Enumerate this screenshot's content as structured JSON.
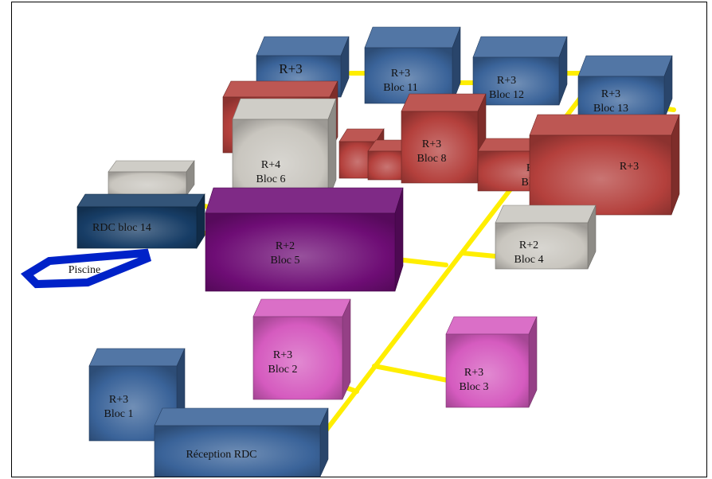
{
  "colors": {
    "corridor": "#ffee00",
    "blue": "#3a6399",
    "navy": "#173d66",
    "red": "#b4403c",
    "white": "#c9c6bf",
    "purple": "#6e0d75",
    "pink": "#d55bbf",
    "pool": "#0022c8"
  },
  "blocks": [
    {
      "id": "top-left-r3",
      "lines": [
        "R+3"
      ],
      "color": "blue"
    },
    {
      "id": "bloc-11",
      "lines": [
        "R+3",
        "Bloc 11"
      ],
      "color": "blue"
    },
    {
      "id": "bloc-12",
      "lines": [
        "R+3",
        "Bloc 12"
      ],
      "color": "blue"
    },
    {
      "id": "bloc-13",
      "lines": [
        "R+3",
        "Bloc 13"
      ],
      "color": "blue"
    },
    {
      "id": "red-left",
      "lines": [],
      "color": "red"
    },
    {
      "id": "red-link-a",
      "lines": [],
      "color": "red"
    },
    {
      "id": "red-link-b",
      "lines": [],
      "color": "red"
    },
    {
      "id": "bloc-8",
      "lines": [
        "R+3",
        "Bloc 8"
      ],
      "color": "red"
    },
    {
      "id": "bloc-7",
      "lines": [
        "R+2",
        "Bloc 7"
      ],
      "color": "red"
    },
    {
      "id": "red-right",
      "lines": [
        "R+3"
      ],
      "color": "red"
    },
    {
      "id": "bloc-6",
      "lines": [
        "R+4",
        "Bloc 6"
      ],
      "color": "white"
    },
    {
      "id": "grey-annex",
      "lines": [],
      "color": "white"
    },
    {
      "id": "rdc-bloc-14",
      "lines": [
        "RDC  bloc 14"
      ],
      "color": "navy"
    },
    {
      "id": "bloc-5",
      "lines": [
        "R+2",
        "Bloc 5"
      ],
      "color": "purple"
    },
    {
      "id": "bloc-4",
      "lines": [
        "R+2",
        "Bloc 4"
      ],
      "color": "white"
    },
    {
      "id": "bloc-2",
      "lines": [
        "R+3",
        "Bloc 2"
      ],
      "color": "pink"
    },
    {
      "id": "bloc-3",
      "lines": [
        "R+3",
        "Bloc 3"
      ],
      "color": "pink"
    },
    {
      "id": "bloc-1",
      "lines": [
        "R+3",
        "Bloc 1"
      ],
      "color": "blue"
    },
    {
      "id": "reception-rdc",
      "lines": [
        "Réception RDC"
      ],
      "color": "blue"
    }
  ],
  "pool": {
    "label": "Piscine",
    "color": "pool"
  }
}
